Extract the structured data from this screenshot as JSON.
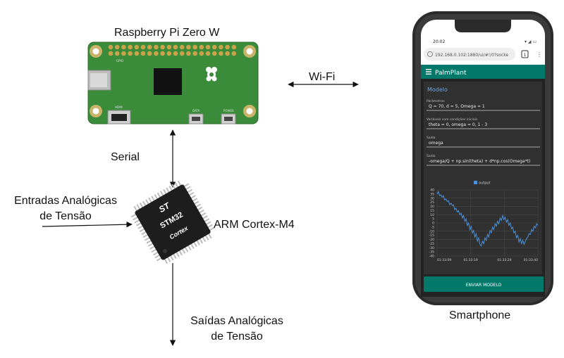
{
  "labels": {
    "pi_title": "Raspberry Pi Zero W",
    "wifi": "Wi-Fi",
    "serial": "Serial",
    "inputs_line1": "Entradas Analógicas",
    "inputs_line2": "de Tensão",
    "cpu": "ARM Cortex-M4",
    "outputs_line1": "Saídas Analógicas",
    "outputs_line2": "de Tensão",
    "smartphone": "Smartphone"
  },
  "pi_board": {
    "hdmi": "HDMI",
    "data": "DATA",
    "power": "POWER",
    "gpio": "GPIO"
  },
  "chip": {
    "brand": "ST",
    "model": "STM32",
    "core": "Cortex"
  },
  "phone": {
    "time": "20:02",
    "url": "192.168.0.102:1880/ui/#!/0?socke",
    "app_title": "PalmPlant",
    "section_title": "Modelo",
    "fields": [
      {
        "label": "Parâmetros",
        "value": "Q = 70, d = 5, Omega = 1"
      },
      {
        "label": "Variáveis com condições iniciais",
        "value": "theta = 0, omega = 0, 1 - 3"
      },
      {
        "label": "Saída",
        "value": "omega"
      },
      {
        "label": "Saída",
        "value": "-omega/Q + np.sin(theta) + d*np.cos(Omega*t)"
      }
    ],
    "button": "ENVIAR MODELO"
  },
  "chart_data": {
    "type": "line",
    "series": [
      {
        "name": "output",
        "x": [
          0,
          5,
          10,
          15,
          20,
          25,
          30,
          35,
          40,
          45,
          50,
          55,
          60,
          65,
          70,
          75,
          80,
          85,
          90,
          95,
          100,
          105,
          110,
          115,
          120,
          125,
          130,
          135,
          140,
          145,
          150,
          155,
          160,
          165,
          170,
          175,
          180,
          185,
          190,
          195,
          200,
          205,
          210,
          215,
          220,
          225,
          230,
          235,
          240,
          245,
          250,
          255,
          260,
          265,
          270,
          275,
          280,
          285,
          290,
          295,
          300,
          305,
          310,
          315,
          320,
          325,
          330,
          335,
          340,
          345,
          350,
          355,
          360,
          365,
          370,
          375,
          380,
          385,
          390,
          395,
          400
        ],
        "values": [
          35,
          38,
          33,
          34,
          31,
          33,
          28,
          29,
          26,
          27,
          22,
          24,
          21,
          22,
          16,
          18,
          13,
          15,
          10,
          12,
          6,
          9,
          2,
          5,
          -3,
          0,
          -8,
          -4,
          -12,
          -9,
          -17,
          -13,
          -22,
          -18,
          -26,
          -28,
          -22,
          -25,
          -18,
          -21,
          -14,
          -17,
          -9,
          -12,
          -5,
          -8,
          -1,
          -4,
          2,
          -1,
          6,
          3,
          9,
          4,
          7,
          1,
          4,
          -3,
          0,
          -7,
          -5,
          -12,
          -10,
          -18,
          -15,
          -23,
          -19,
          -25,
          -21,
          -26,
          -22,
          -19,
          -17,
          -13,
          -14,
          -8,
          -10,
          -4,
          -6,
          -1,
          -3
        ]
      }
    ],
    "x_ticks": [
      "01:33:09",
      "01:33:19",
      "01:33:29",
      "01:33:40"
    ],
    "y_ticks": [
      40,
      35,
      30,
      25,
      20,
      15,
      10,
      5,
      0,
      -5,
      -10,
      -15,
      -20,
      -25,
      -30,
      -35,
      -40
    ],
    "xlim": [
      0,
      400
    ],
    "ylim": [
      -40,
      40
    ],
    "legend": "top-center",
    "colors": {
      "line": "#4a90d9",
      "bg": "#303030",
      "header": "#00796b"
    }
  }
}
